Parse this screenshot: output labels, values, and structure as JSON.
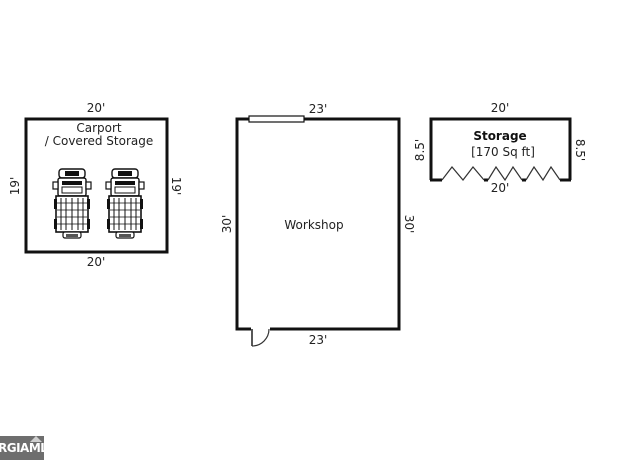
{
  "carport": {
    "label_line1": "Carport",
    "label_line2": "/ Covered Storage",
    "dim_top": "20'",
    "dim_bottom": "20'",
    "dim_left": "19'",
    "dim_right": "19'"
  },
  "workshop": {
    "label": "Workshop",
    "dim_top": "23'",
    "dim_bottom": "23'",
    "dim_left": "30'",
    "dim_right": "30'"
  },
  "storage": {
    "label": "Storage",
    "area": "[170 Sq ft]",
    "dim_top": "20'",
    "dim_bottom": "20'",
    "dim_left": "8.5'",
    "dim_right": "8.5'"
  },
  "logo": {
    "text": "RGIAMLS"
  }
}
